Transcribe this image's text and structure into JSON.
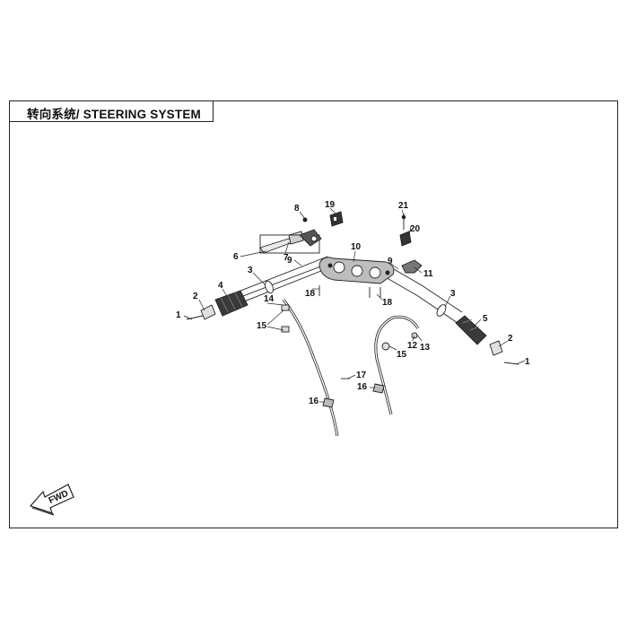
{
  "title": "转向系统/ STEERING SYSTEM",
  "fwd_label": "FWD",
  "callouts": {
    "c1_left": "1",
    "c1_right": "1",
    "c2_left": "2",
    "c2_right": "2",
    "c3_left": "3",
    "c3_right": "3",
    "c4": "4",
    "c5": "5",
    "c6": "6",
    "c7": "7",
    "c8": "8",
    "c9_left": "9",
    "c9_right": "9",
    "c10": "10",
    "c11": "11",
    "c12": "12",
    "c13": "13",
    "c14": "14",
    "c15_left": "15",
    "c15_right": "15",
    "c16_left": "16",
    "c16_right": "16",
    "c17": "17",
    "c18_left": "18",
    "c18_right": "18",
    "c19": "19",
    "c20": "20",
    "c21": "21"
  },
  "colors": {
    "line": "#222222",
    "grip": "#3a3a3a",
    "background": "#ffffff"
  }
}
